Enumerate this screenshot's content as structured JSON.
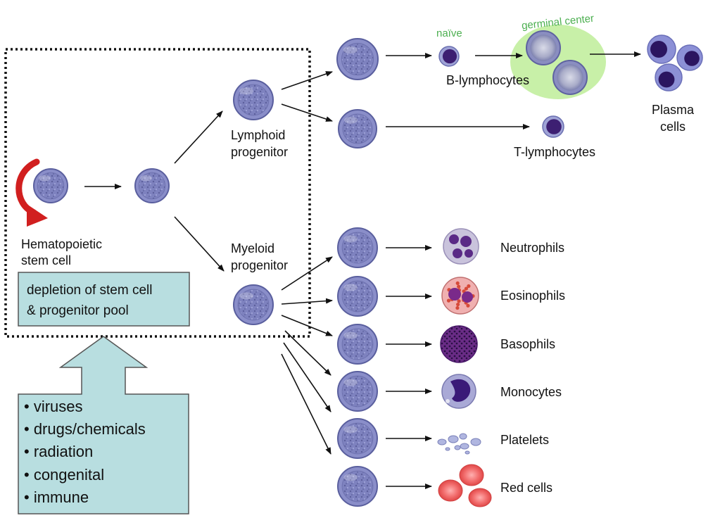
{
  "colors": {
    "cell_fill": "#8a8ec9",
    "cell_stroke": "#5a5f9e",
    "nucleus_dark": "#3d1f72",
    "box_fill": "#b8dee0",
    "germinal_fill": "#c8f0a8",
    "germinal_text": "#4caf50",
    "self_renew_arrow": "#d11f1f",
    "red_cell": "#f06a6a"
  },
  "labels": {
    "hsc_line1": "Hematopoietic",
    "hsc_line2": "stem cell",
    "lymphoid_line1": "Lymphoid",
    "lymphoid_line2": "progenitor",
    "myeloid_line1": "Myeloid",
    "myeloid_line2": "progenitor",
    "naive": "naïve",
    "germinal_center": "germinal center",
    "b_lymphocytes": "B-lymphocytes",
    "t_lymphocytes": "T-lymphocytes",
    "plasma_line1": "Plasma",
    "plasma_line2": "cells",
    "neutrophils": "Neutrophils",
    "eosinophils": "Eosinophils",
    "basophils": "Basophils",
    "monocytes": "Monocytes",
    "platelets": "Platelets",
    "red_cells": "Red cells"
  },
  "depletion_box": {
    "line1": "depletion of stem cell",
    "line2": "& progenitor pool"
  },
  "causes": [
    "• viruses",
    "• drugs/chemicals",
    "• radiation",
    "• congenital",
    "• immune"
  ]
}
